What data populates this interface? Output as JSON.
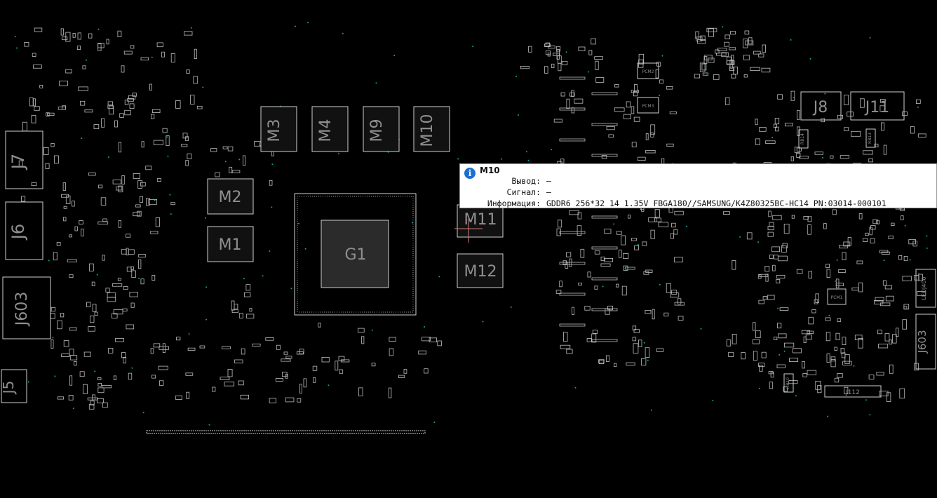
{
  "board": {
    "gpu": "G1",
    "memory": [
      "M1",
      "M2",
      "M3",
      "M4",
      "M9",
      "M10",
      "M11",
      "M12"
    ],
    "connectors": [
      "J7",
      "J6",
      "J603",
      "J5",
      "J8",
      "J11",
      "J603"
    ],
    "small_labels": [
      "LEDJ400",
      "J112",
      "RB14",
      "RB13",
      "RB10",
      "PCM1",
      "PCM2",
      "PCM3"
    ]
  },
  "tooltip": {
    "title": "M10",
    "rows": [
      {
        "key": "Вывод:",
        "value": "—"
      },
      {
        "key": "Сигнал:",
        "value": "—"
      },
      {
        "key": "Информация:",
        "value": "GDDR6 256*32 14 1.35V FBGA180//SAMSUNG/K4Z80325BC-HC14 PN:03014-000101"
      }
    ]
  },
  "colors": {
    "background": "#000000",
    "outline": "#bdbdbd",
    "via": "#19a0a0",
    "info_blue": "#1c6fd1"
  },
  "icons": [
    "info-icon"
  ]
}
